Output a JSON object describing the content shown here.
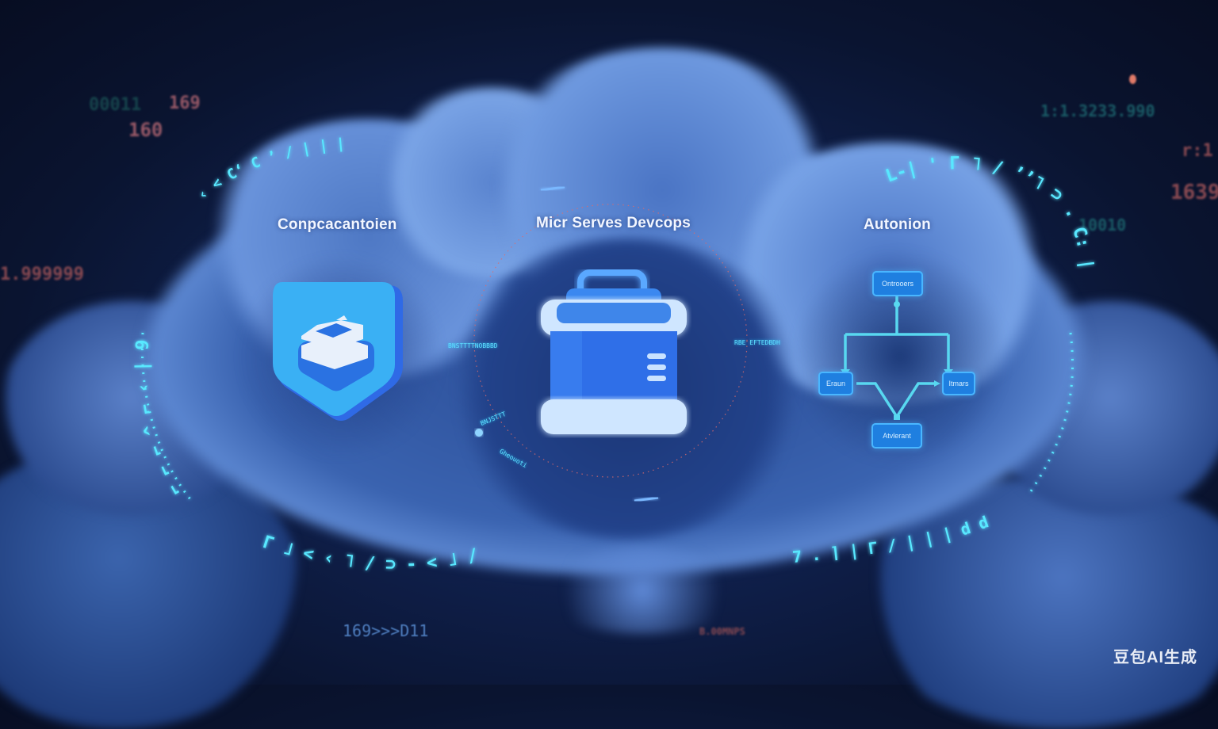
{
  "scene": {
    "description": "Cloud computing concept illustration with three labeled service icons inside a stylized cloud",
    "colors": {
      "background": "#0a1430",
      "cloud": "#4a74c4",
      "accent_cyan": "#59e8ff",
      "icon_blue": "#2f8cf0",
      "label_text": "#f2f6ff"
    }
  },
  "sections": [
    {
      "id": "left",
      "label": "Conpcacantoien",
      "icon": "stacked-layers-shield-icon"
    },
    {
      "id": "center",
      "label": "Micr Serves Devcops",
      "icon": "container-box-icon"
    },
    {
      "id": "right",
      "label": "Autonion",
      "icon": "flowchart-icon"
    }
  ],
  "flowchart": {
    "nodes": [
      "Ontrooers",
      "Eraun",
      "Itmars",
      "Atvlerant"
    ]
  },
  "center_annotations": [
    "BNSTTTTNOBBBD",
    "RBE EFTEDBDH",
    "BNJSTTT",
    "Gheouoti"
  ],
  "arc_glyphs": {
    "left_top": "‹ < С‘ С ’ / | | |",
    "left_side": "⌐ ⌐ ⌐ ^ ⌐ ‹ | 9",
    "bottom_left": "Γ ˩ < ‹ ˥ / ⊃ - < ˩ / ⌐",
    "right_top": "L-| ' Γ ˥ / ’’˥ ⊃ . С: |",
    "bottom_right": "7 . ⌉ | Γ / | | | d d"
  },
  "background_numbers": [
    "169",
    "160",
    "1.999999",
    "169>>>D11",
    "1:1.3233.990",
    "1639",
    "10010",
    "r:1",
    "B.00MNPS"
  ],
  "watermark": "豆包AI生成"
}
